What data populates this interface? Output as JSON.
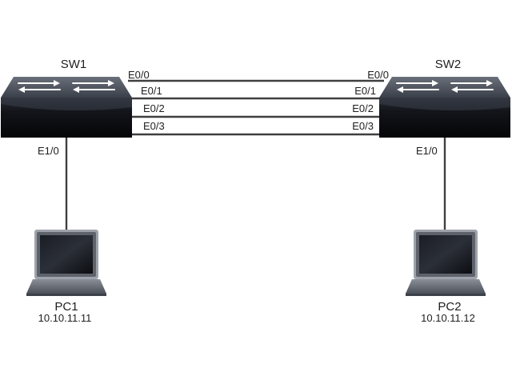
{
  "devices": {
    "sw1": {
      "name": "SW1",
      "uplink_port": "E1/0"
    },
    "sw2": {
      "name": "SW2",
      "uplink_port": "E1/0"
    },
    "pc1": {
      "name": "PC1",
      "ip": "10.10.11.11"
    },
    "pc2": {
      "name": "PC2",
      "ip": "10.10.11.12"
    }
  },
  "links": [
    {
      "a_port": "E0/0",
      "b_port": "E0/0"
    },
    {
      "a_port": "E0/1",
      "b_port": "E0/1"
    },
    {
      "a_port": "E0/2",
      "b_port": "E0/2"
    },
    {
      "a_port": "E0/3",
      "b_port": "E0/3"
    }
  ],
  "colors": {
    "switch_body_dark": "#0f1117",
    "switch_top": "#4a505b",
    "link_line": "#3f3f3f",
    "label_text": "#1f1f1f"
  },
  "icons": {
    "switch": "layer2-switch-icon",
    "pc": "laptop-icon"
  }
}
